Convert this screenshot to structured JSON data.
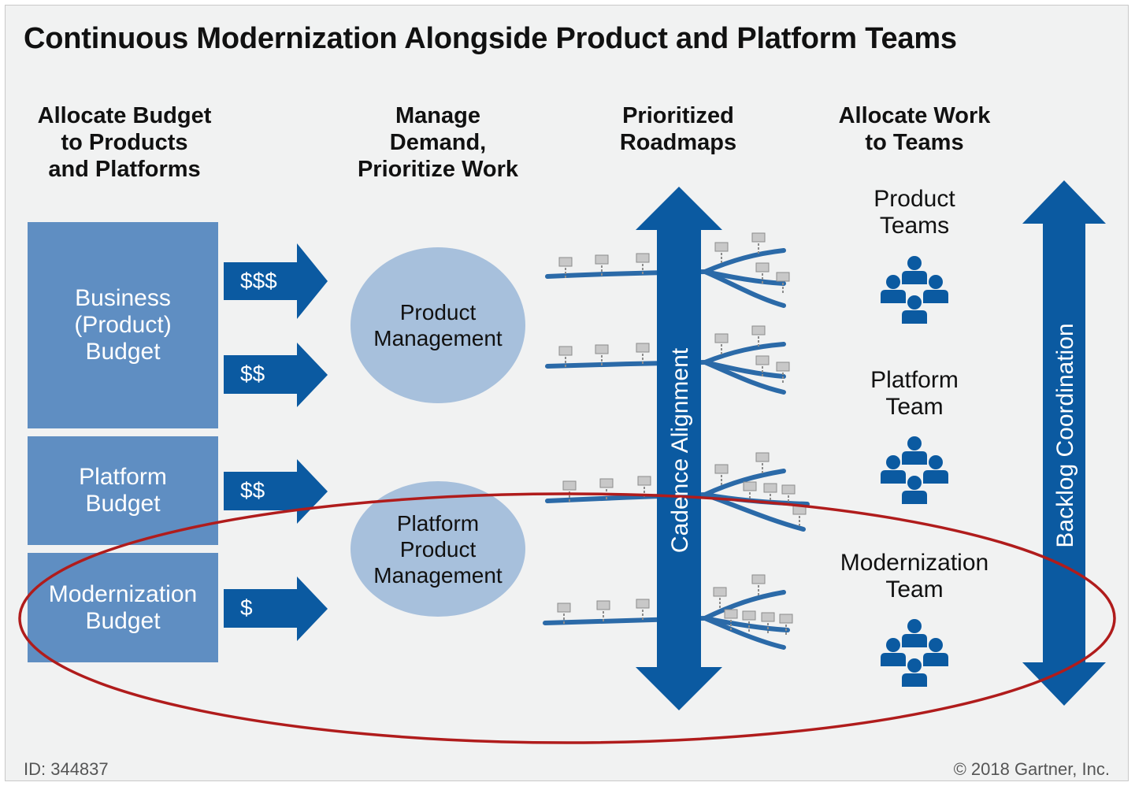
{
  "title": "Continuous Modernization Alongside Product and Platform Teams",
  "columns": {
    "budget": [
      "Allocate Budget",
      "to Products",
      "and Platforms"
    ],
    "demand": [
      "Manage",
      "Demand,",
      "Prioritize Work"
    ],
    "roadmaps": [
      "Prioritized",
      "Roadmaps"
    ],
    "teams": [
      "Allocate Work",
      "to Teams"
    ]
  },
  "budgets": {
    "business": [
      "Business",
      "(Product)",
      "Budget"
    ],
    "platform": [
      "Platform",
      "Budget"
    ],
    "modernization": [
      "Modernization",
      "Budget"
    ]
  },
  "arrows": [
    "$$$",
    "$$",
    "$$",
    "$"
  ],
  "management": {
    "product": [
      "Product",
      "Management"
    ],
    "platform": [
      "Platform",
      "Product",
      "Management"
    ]
  },
  "vertical_arrows": {
    "cadence": "Cadence Alignment",
    "backlog": "Backlog Coordination"
  },
  "teams": {
    "product": [
      "Product",
      "Teams"
    ],
    "platform": [
      "Platform",
      "Team"
    ],
    "modernization": [
      "Modernization",
      "Team"
    ]
  },
  "footer": {
    "id": "ID: 344837",
    "copyright": "© 2018 Gartner, Inc."
  },
  "colors": {
    "dark_blue": "#0b5aa1",
    "box_blue": "#5f8ec2",
    "circle_blue": "#a7c0dc",
    "highlight_red": "#b01c1c",
    "background": "#f1f2f2"
  }
}
